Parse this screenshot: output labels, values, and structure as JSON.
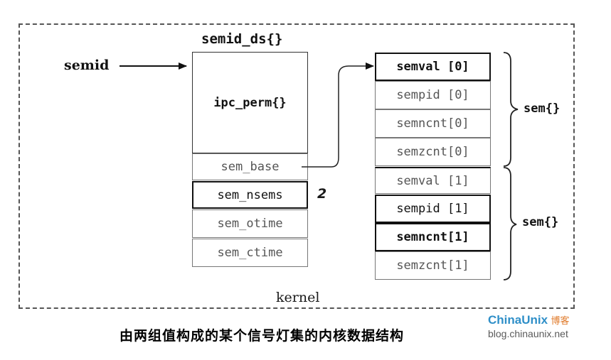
{
  "diagram": {
    "semid_ds_title": "semid_ds{}",
    "semid_label": "semid",
    "ipc_perm": "ipc_perm{}",
    "fields": [
      "sem_base",
      "sem_nsems",
      "sem_otime",
      "sem_ctime"
    ],
    "nsems_value": "2",
    "sem_array": [
      "semval [0]",
      "sempid [0]",
      "semncnt[0]",
      "semzcnt[0]",
      "semval [1]",
      "sempid [1]",
      "semncnt[1]",
      "semzcnt[1]"
    ],
    "sem_group_label_1": "sem{}",
    "sem_group_label_2": "sem{}",
    "kernel_label": "kernel"
  },
  "caption": "由两组值构成的某个信号灯集的内核数据结构",
  "watermark": {
    "brand": "ChinaUnix",
    "suffix": "博客",
    "url": "blog.chinaunix.net"
  }
}
